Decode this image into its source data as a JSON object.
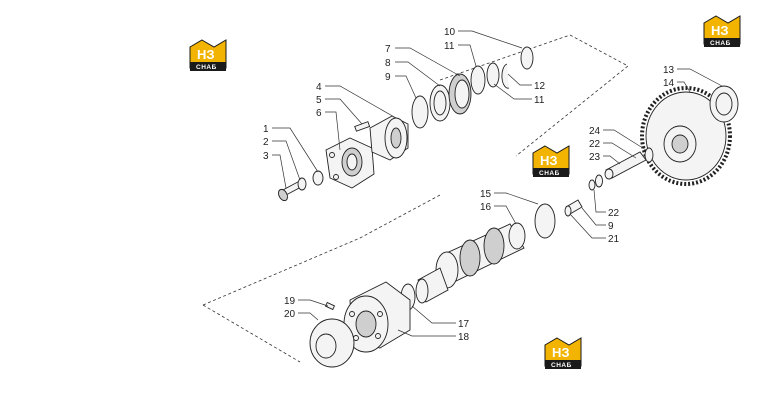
{
  "logos": [
    {
      "id": "logo-top-right",
      "mark": "НЗ",
      "caption": "СНАБ"
    },
    {
      "id": "logo-top-left",
      "mark": "НЗ",
      "caption": "СНАБ"
    },
    {
      "id": "logo-center",
      "mark": "НЗ",
      "caption": "СНАБ"
    },
    {
      "id": "logo-bottom",
      "mark": "НЗ",
      "caption": "СНАБ"
    }
  ],
  "callouts": {
    "c1": "1",
    "c2": "2",
    "c3": "3",
    "c4": "4",
    "c5": "5",
    "c6": "6",
    "c7": "7",
    "c8": "8",
    "c9a": "9",
    "c9b": "9",
    "c10": "10",
    "c11a": "11",
    "c11b": "11",
    "c12": "12",
    "c13": "13",
    "c14": "14",
    "c15": "15",
    "c16": "16",
    "c17": "17",
    "c18": "18",
    "c19": "19",
    "c20": "20",
    "c21": "21",
    "c22a": "22",
    "c22b": "22",
    "c23": "23",
    "c24": "24"
  },
  "colors": {
    "logo_body": "#f2b400",
    "logo_dark": "#1a1a1a",
    "line": "#222222",
    "background": "#ffffff"
  }
}
